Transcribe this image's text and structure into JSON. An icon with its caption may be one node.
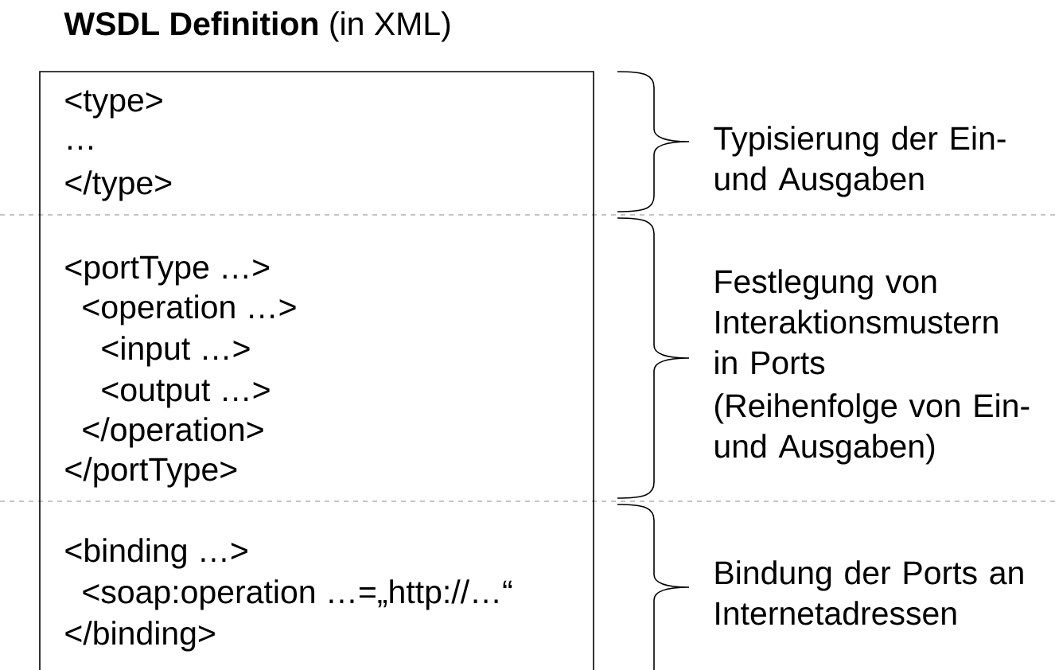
{
  "diagram": {
    "title": "**WSDL Definition** (in XML)",
    "labels": [
      "<type>",
      "…",
      "</type>",
      "<portType …>",
      "<operation …>",
      "<input …>",
      "<output …>",
      "</operation>",
      "</portType>",
      "<binding …>",
      "<soap:operation …=„http://…“",
      "</binding>",
      "Typisierung der Ein- und Ausgaben",
      "Festlegung von Interaktionsmustern in Ports",
      "(Reihenfolge von Ein- und Ausgaben)",
      "Bindung der Ports an Internetadressen"
    ]
  }
}
